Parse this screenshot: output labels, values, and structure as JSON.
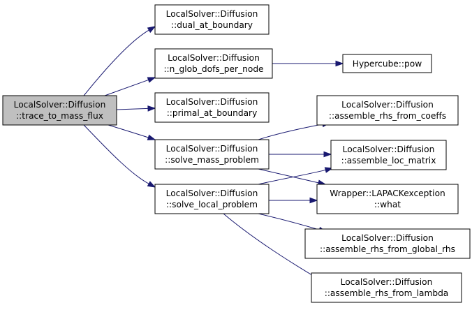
{
  "diagram": {
    "colors": {
      "edge": "#191970",
      "root_fill": "#bfbfbf",
      "node_fill": "#ffffff",
      "node_border": "#000000"
    },
    "nodes": [
      {
        "id": "trace_to_mass_flux",
        "line1": "LocalSolver::Diffusion",
        "line2": "::trace_to_mass_flux",
        "highlighted": true,
        "interactable": false
      },
      {
        "id": "dual_at_boundary",
        "line1": "LocalSolver::Diffusion",
        "line2": "::dual_at_boundary",
        "highlighted": false,
        "interactable": true
      },
      {
        "id": "n_glob_dofs_per_node",
        "line1": "LocalSolver::Diffusion",
        "line2": "::n_glob_dofs_per_node",
        "highlighted": false,
        "interactable": true
      },
      {
        "id": "primal_at_boundary",
        "line1": "LocalSolver::Diffusion",
        "line2": "::primal_at_boundary",
        "highlighted": false,
        "interactable": true
      },
      {
        "id": "solve_mass_problem",
        "line1": "LocalSolver::Diffusion",
        "line2": "::solve_mass_problem",
        "highlighted": false,
        "interactable": true
      },
      {
        "id": "solve_local_problem",
        "line1": "LocalSolver::Diffusion",
        "line2": "::solve_local_problem",
        "highlighted": false,
        "interactable": true
      },
      {
        "id": "hypercube_pow",
        "line1": "Hypercube::pow",
        "line2": "",
        "highlighted": false,
        "interactable": true
      },
      {
        "id": "assemble_rhs_from_coeffs",
        "line1": "LocalSolver::Diffusion",
        "line2": "::assemble_rhs_from_coeffs",
        "highlighted": false,
        "interactable": true
      },
      {
        "id": "assemble_loc_matrix",
        "line1": "LocalSolver::Diffusion",
        "line2": "::assemble_loc_matrix",
        "highlighted": false,
        "interactable": true
      },
      {
        "id": "lapack_what",
        "line1": "Wrapper::LAPACKexception",
        "line2": "::what",
        "highlighted": false,
        "interactable": true
      },
      {
        "id": "assemble_rhs_from_global_rhs",
        "line1": "LocalSolver::Diffusion",
        "line2": "::assemble_rhs_from_global_rhs",
        "highlighted": false,
        "interactable": true
      },
      {
        "id": "assemble_rhs_from_lambda",
        "line1": "LocalSolver::Diffusion",
        "line2": "::assemble_rhs_from_lambda",
        "highlighted": false,
        "interactable": true
      }
    ],
    "edges": [
      {
        "from": "trace_to_mass_flux",
        "to": "dual_at_boundary"
      },
      {
        "from": "trace_to_mass_flux",
        "to": "n_glob_dofs_per_node"
      },
      {
        "from": "trace_to_mass_flux",
        "to": "primal_at_boundary"
      },
      {
        "from": "trace_to_mass_flux",
        "to": "solve_mass_problem"
      },
      {
        "from": "trace_to_mass_flux",
        "to": "solve_local_problem"
      },
      {
        "from": "n_glob_dofs_per_node",
        "to": "hypercube_pow"
      },
      {
        "from": "solve_mass_problem",
        "to": "assemble_rhs_from_coeffs"
      },
      {
        "from": "solve_mass_problem",
        "to": "assemble_loc_matrix"
      },
      {
        "from": "solve_mass_problem",
        "to": "lapack_what"
      },
      {
        "from": "solve_local_problem",
        "to": "assemble_loc_matrix"
      },
      {
        "from": "solve_local_problem",
        "to": "lapack_what"
      },
      {
        "from": "solve_local_problem",
        "to": "assemble_rhs_from_global_rhs"
      },
      {
        "from": "solve_local_problem",
        "to": "assemble_rhs_from_lambda"
      }
    ]
  }
}
